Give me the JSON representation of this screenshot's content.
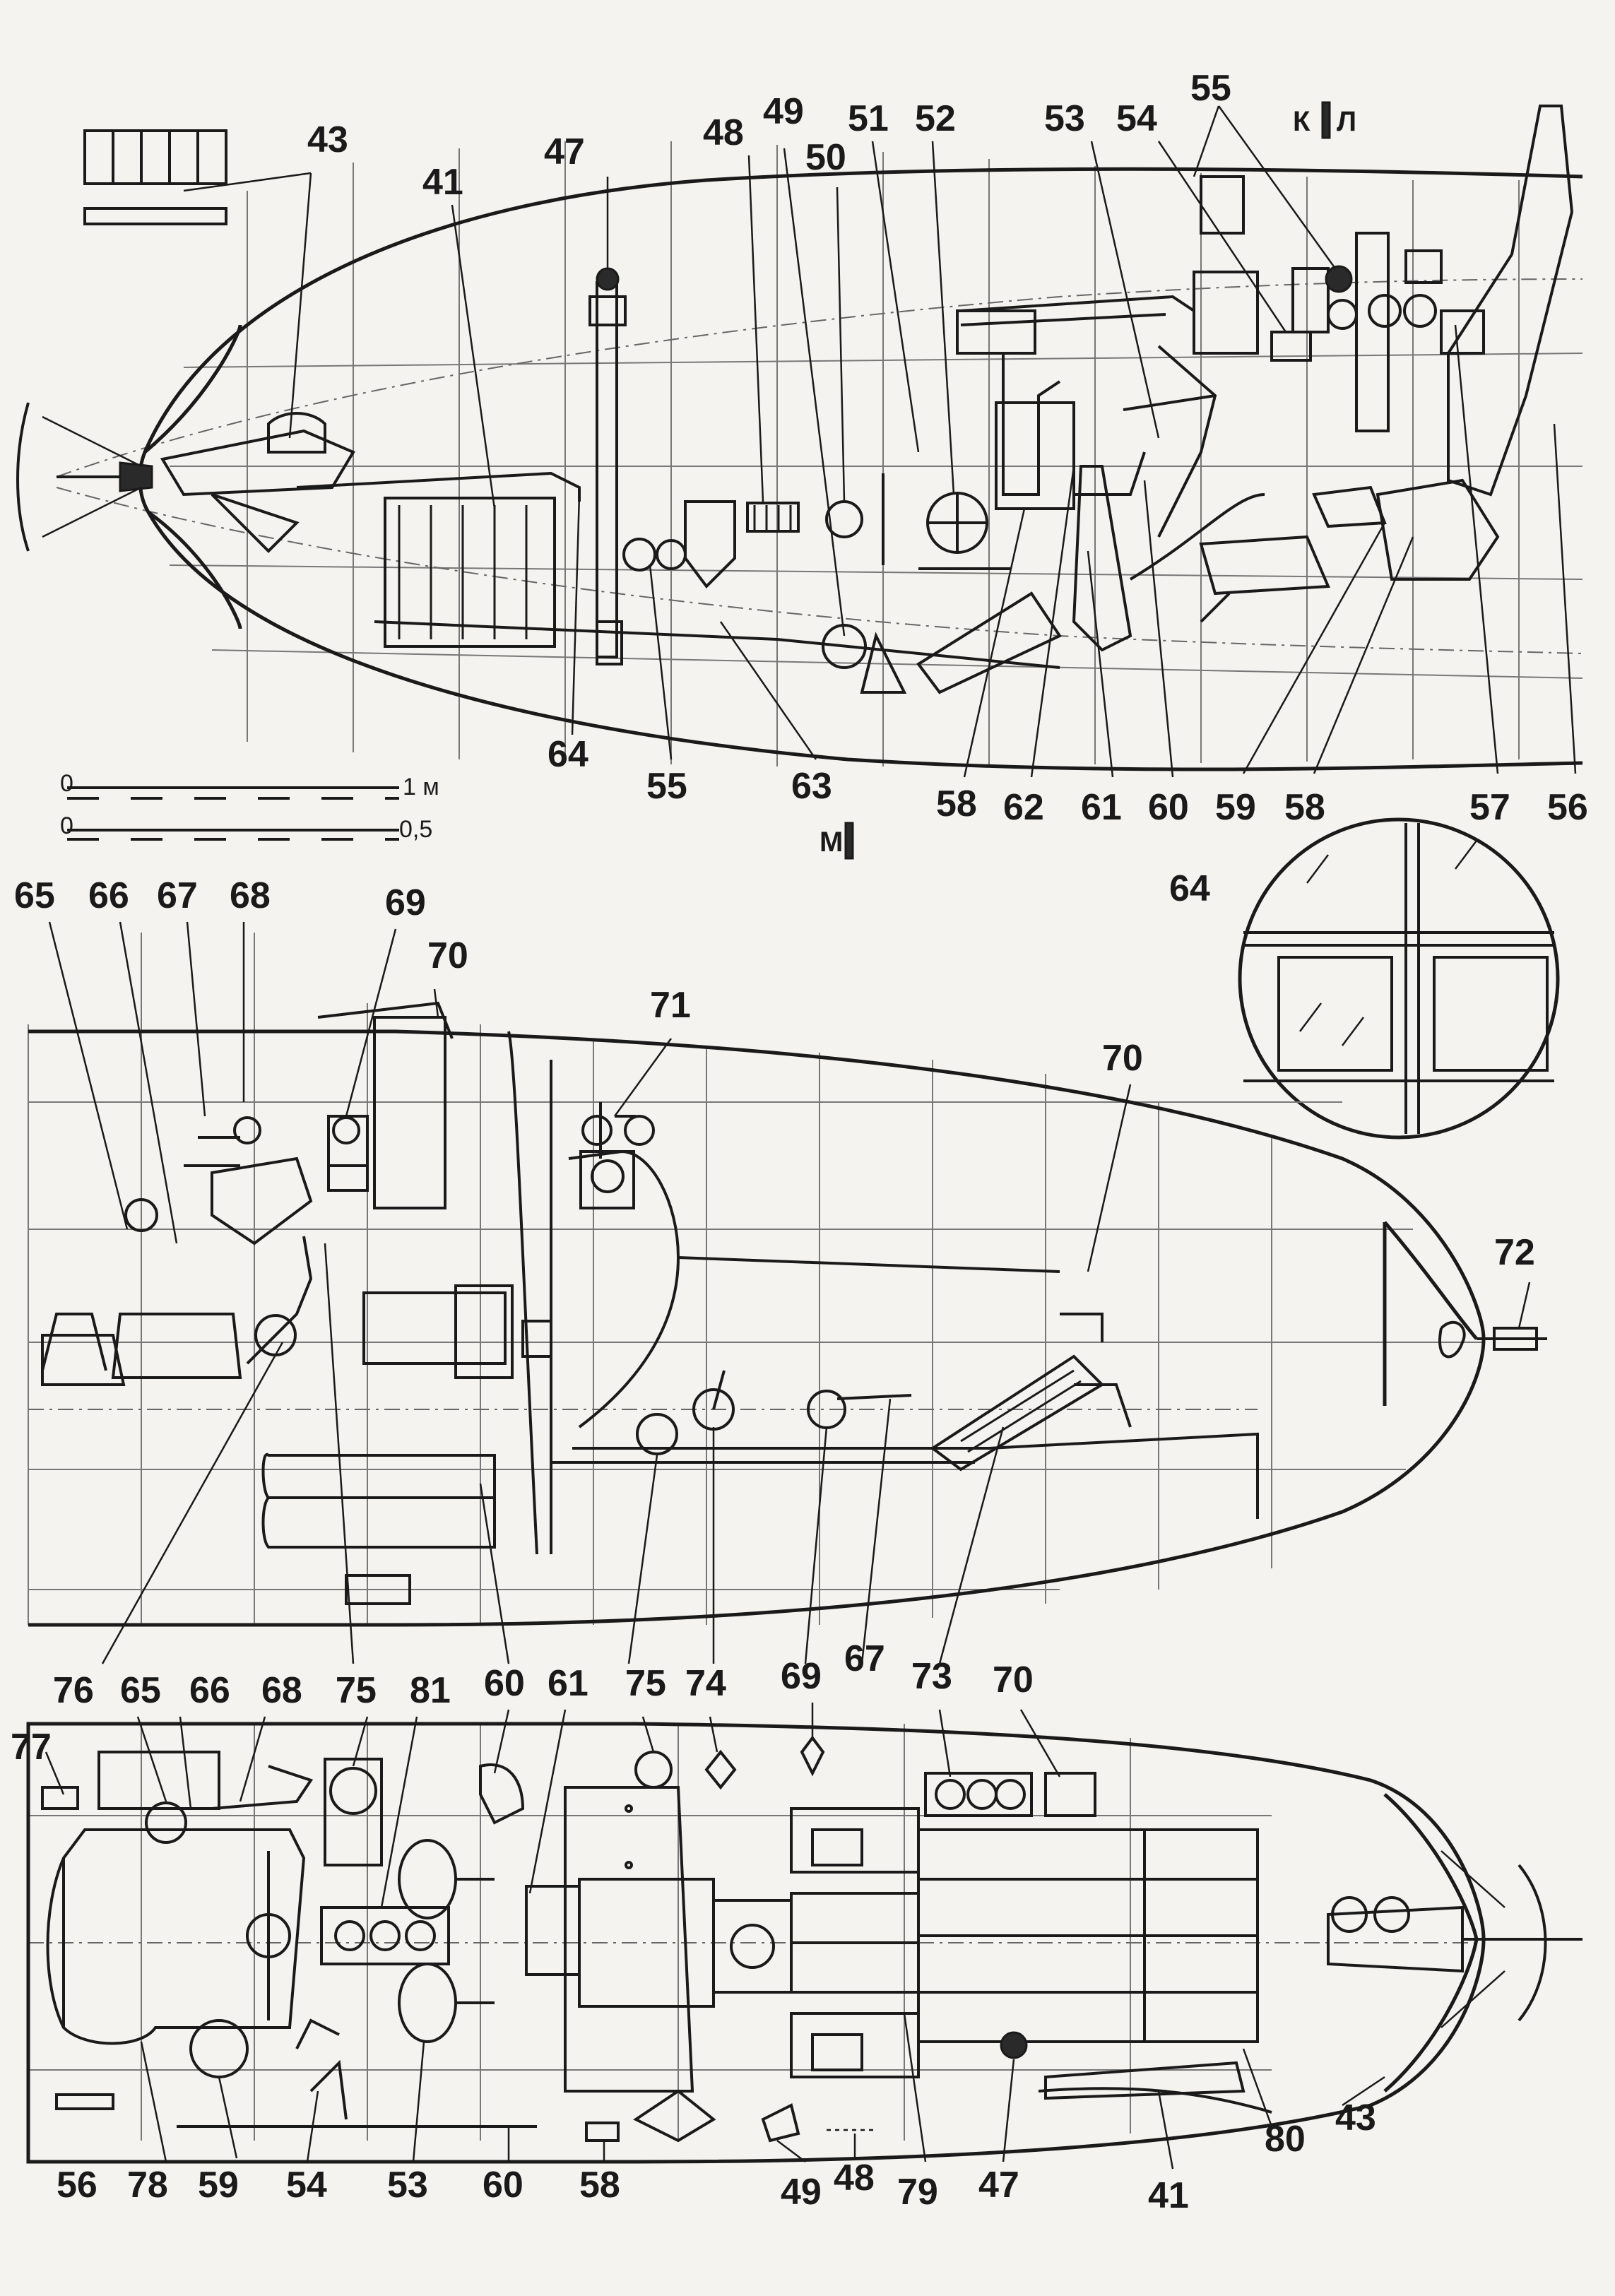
{
  "labels": {
    "v1": [
      "43",
      "41",
      "47",
      "48",
      "49",
      "50",
      "51",
      "52",
      "53",
      "54",
      "55",
      "64",
      "55",
      "63",
      "58",
      "62",
      "61",
      "60",
      "59",
      "58",
      "57",
      "56"
    ],
    "v2": [
      "65",
      "66",
      "67",
      "68",
      "69",
      "70",
      "71",
      "70",
      "72",
      "76",
      "75",
      "60",
      "75",
      "74",
      "69",
      "67",
      "73"
    ],
    "v3": [
      "76",
      "65",
      "66",
      "68",
      "75",
      "81",
      "60",
      "61",
      "75",
      "74",
      "69",
      "73",
      "70",
      "77",
      "56",
      "78",
      "59",
      "54",
      "53",
      "60",
      "58",
      "49",
      "48",
      "79",
      "47",
      "41",
      "80",
      "43"
    ],
    "detail": "64"
  },
  "section_marks": {
    "k": "К",
    "l": "Л",
    "m": "М"
  },
  "scale": {
    "one_m": "1 м",
    "zero_a": "0",
    "zero_b": "0",
    "half": "0,5"
  }
}
